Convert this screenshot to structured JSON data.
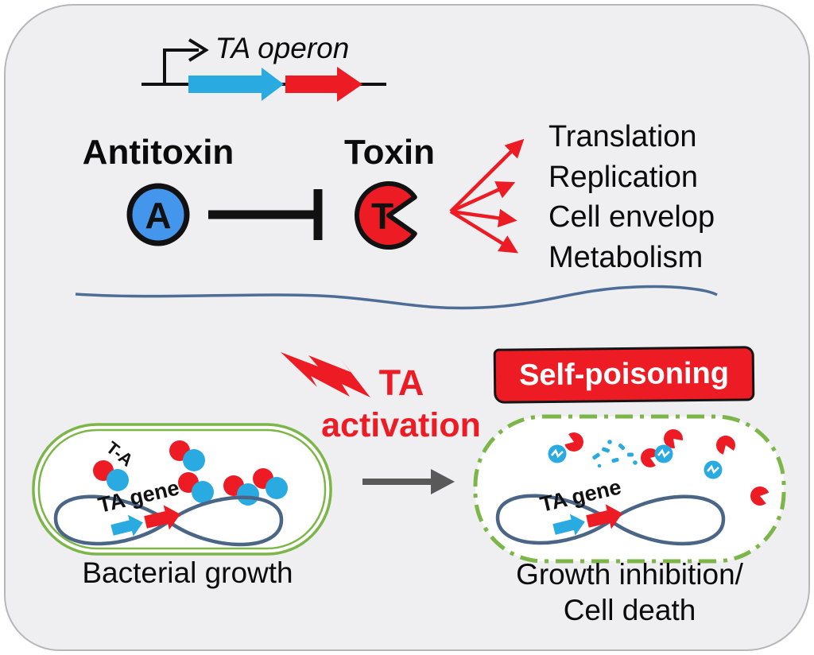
{
  "operon": {
    "label": "TA operon"
  },
  "proteins": {
    "antitoxin_label": "Antitoxin",
    "antitoxin_letter": "A",
    "toxin_label": "Toxin",
    "toxin_letter": "T"
  },
  "toxin_targets": [
    "Translation",
    "Replication",
    "Cell envelop",
    "Metabolism"
  ],
  "activation": {
    "line1": "TA",
    "line2": "activation"
  },
  "banner": {
    "label": "Self-poisoning"
  },
  "growth_cell": {
    "complex_label": "T-A",
    "gene_label": "TA gene",
    "caption": "Bacterial growth"
  },
  "poisoned_cell": {
    "gene_label": "TA gene",
    "caption_line1": "Growth inhibition/",
    "caption_line2": "Cell death"
  },
  "icons": [
    "promoter-arrow-icon",
    "antitoxin-gene-arrow-icon",
    "toxin-gene-arrow-icon",
    "antitoxin-circle-icon",
    "inhibition-bar-icon",
    "toxin-pacman-icon",
    "fan-arrows-icon",
    "divider-wave",
    "lightning-icon",
    "transition-arrow-icon",
    "bacterial-cell-outline",
    "plasmid-icon",
    "ta-complex-icon",
    "free-toxin-icon",
    "degraded-antitoxin-icon",
    "antitoxin-debris-icon"
  ],
  "colors": {
    "card_background": "#efeff1",
    "antitoxin_blue": "#4496ec",
    "gene_blue": "#29abe2",
    "toxin_red": "#ed1c24",
    "cell_green": "#7cb648",
    "plasmid_slate": "#4a6585",
    "divider_blue": "#4d6d96",
    "transition_gray": "#595959"
  }
}
